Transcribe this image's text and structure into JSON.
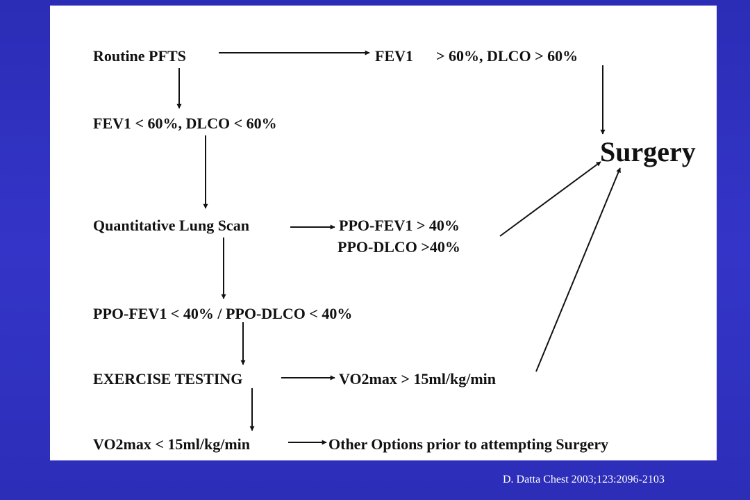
{
  "diagram": {
    "routine_pfts": "Routine PFTS",
    "fev1_label": "FEV1",
    "fev1_high": "> 60%, DLCO > 60%",
    "fev1_low": "FEV1 < 60%, DLCO < 60%",
    "surgery": "Surgery",
    "lung_scan": "Quantitative Lung Scan",
    "ppo_fev1_high": "PPO-FEV1 > 40%",
    "ppo_dlco_high": "PPO-DLCO >40%",
    "ppo_low": "PPO-FEV1 < 40% / PPO-DLCO < 40%",
    "exercise_testing": "EXERCISE TESTING",
    "vo2max_high": "VO2max  > 15ml/kg/min",
    "vo2max_low": "VO2max  < 15ml/kg/min",
    "other_options": "Other Options prior to attempting Surgery"
  },
  "citation": "D. Datta Chest 2003;123:2096-2103",
  "colors": {
    "background": "#3132c0",
    "panel": "#ffffff",
    "text": "#111111",
    "citation_text": "#ffffff"
  }
}
